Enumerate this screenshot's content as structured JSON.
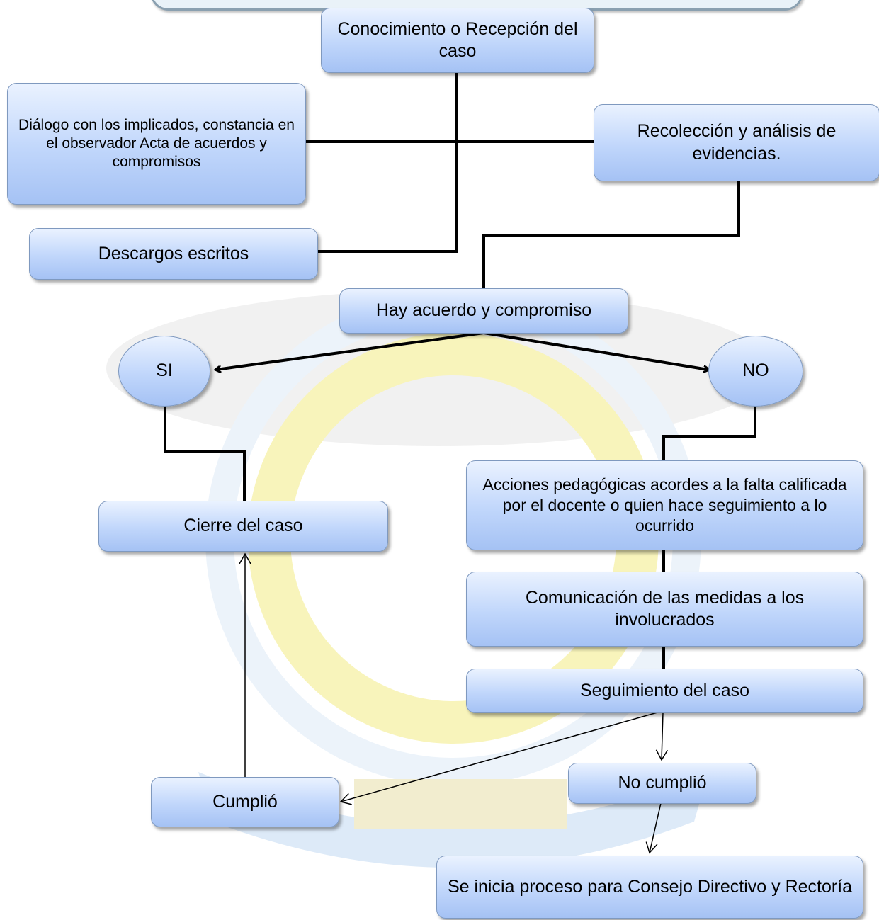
{
  "diagram": {
    "nodes": {
      "recepcion": "Conocimiento o Recepción del caso",
      "dialogo": "Diálogo con los implicados, constancia en el observador Acta de acuerdos y compromisos",
      "recoleccion": "Recolección y análisis de evidencias.",
      "descargos": "Descargos escritos",
      "acuerdo": "Hay acuerdo y compromiso",
      "si": "SI",
      "no": "NO",
      "cierre": "Cierre del caso",
      "acciones": "Acciones pedagógicas acordes a la falta calificada por el docente o quien hace seguimiento a lo ocurrido",
      "comunicacion": "Comunicación de las medidas a los involucrados",
      "seguimiento": "Seguimiento del caso",
      "cumplio": "Cumplió",
      "no_cumplio": "No cumplió",
      "proceso": "Se inicia proceso para Consejo Directivo y Rectoría"
    },
    "colors": {
      "box_fill_top": "#eaf2ff",
      "box_fill_bottom": "#a5c2f4",
      "box_border": "#7f99bf",
      "connector": "#000000"
    }
  }
}
